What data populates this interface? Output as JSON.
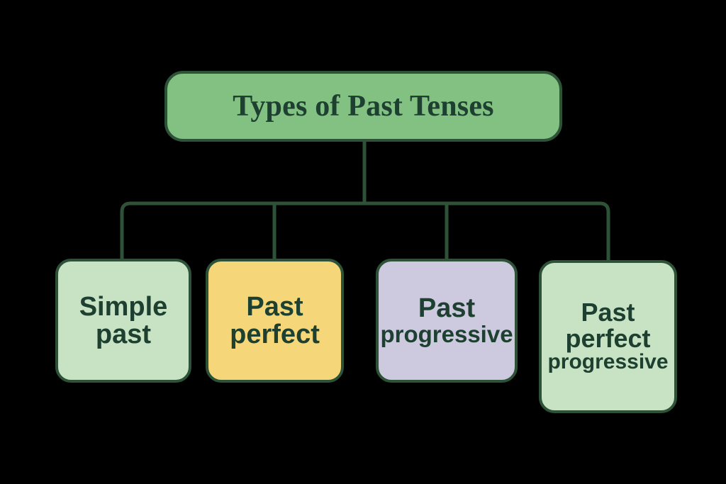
{
  "diagram": {
    "type": "tree-hierarchy",
    "background_color": "#000000",
    "line_color": "#2d5238",
    "root": {
      "label": "Types of Past Tenses",
      "fill_color": "#82c182",
      "border_color": "#2d5238",
      "text_color": "#1e4030"
    },
    "children": [
      {
        "name": "simple-past",
        "lines": [
          "Simple",
          "past"
        ],
        "fill_color": "#c8e3c3",
        "border_color": "#2d5238",
        "text_color": "#1e4030"
      },
      {
        "name": "past-perfect",
        "lines": [
          "Past",
          "perfect"
        ],
        "fill_color": "#f5d77a",
        "border_color": "#2d5238",
        "text_color": "#1e4030"
      },
      {
        "name": "past-progressive",
        "lines": [
          "Past",
          "progressive"
        ],
        "fill_color": "#cdcae0",
        "border_color": "#2d5238",
        "text_color": "#1e4030"
      },
      {
        "name": "past-perfect-progressive",
        "lines": [
          "Past",
          "perfect",
          "progressive"
        ],
        "fill_color": "#c8e3c3",
        "border_color": "#2d5238",
        "text_color": "#1e4030"
      }
    ]
  }
}
